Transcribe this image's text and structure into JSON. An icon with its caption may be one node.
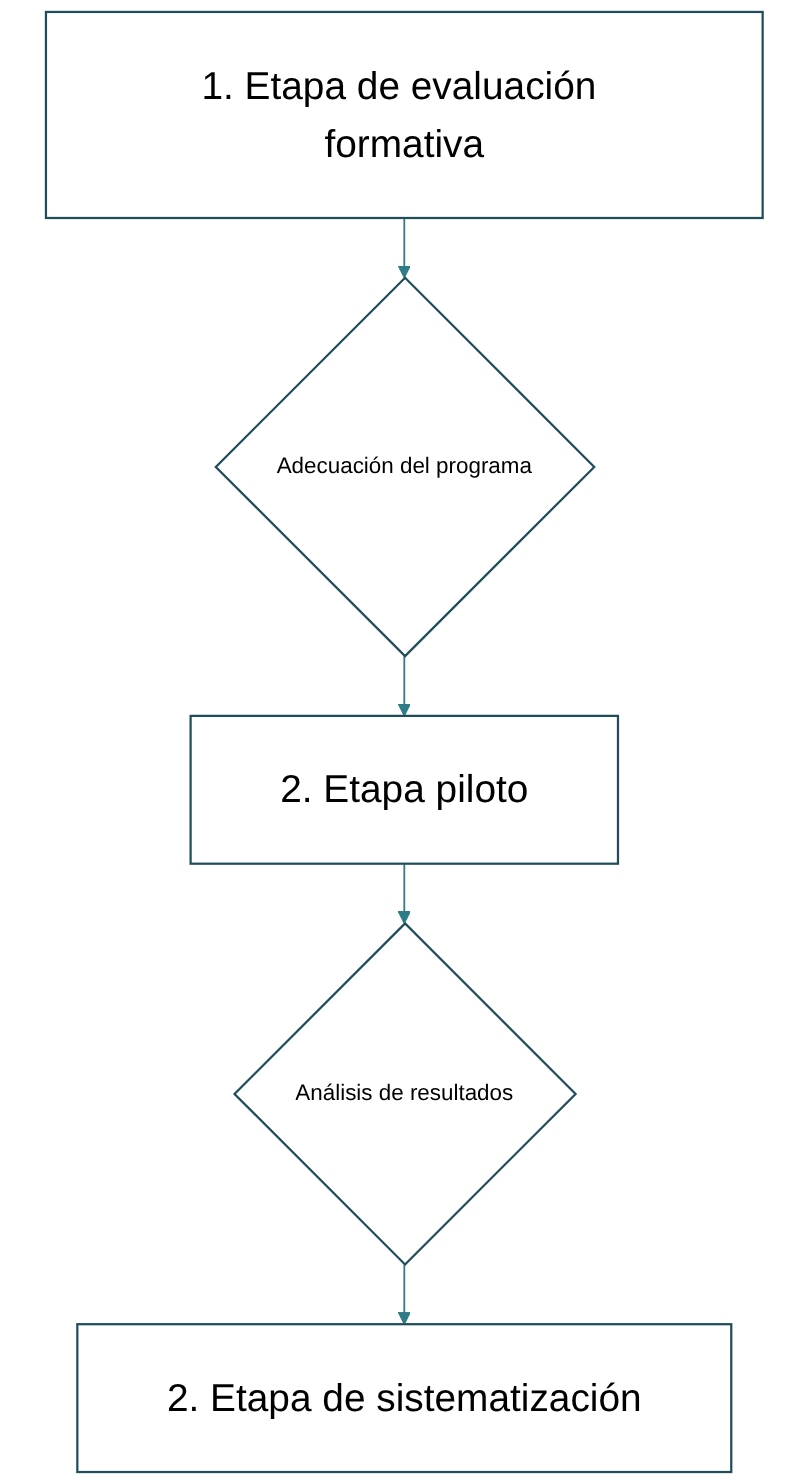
{
  "diagram": {
    "nodes": [
      {
        "text": [
          "1. Etapa de evaluación formativa"
        ]
      },
      {
        "text": [
          "Adecuación del programa"
        ]
      },
      {
        "text": [
          "2. Etapa piloto"
        ]
      },
      {
        "text": [
          "Análisis de resultados"
        ]
      },
      {
        "text": [
          "2. Etapa de sistematización"
        ]
      }
    ],
    "edges": [
      {
        "from": 0,
        "to": 1,
        "arrow": "to"
      },
      {
        "from": 1,
        "to": 2,
        "arrow": "to"
      },
      {
        "from": 2,
        "to": 3,
        "arrow": "to"
      },
      {
        "from": 3,
        "to": 4,
        "arrow": "to"
      }
    ]
  }
}
